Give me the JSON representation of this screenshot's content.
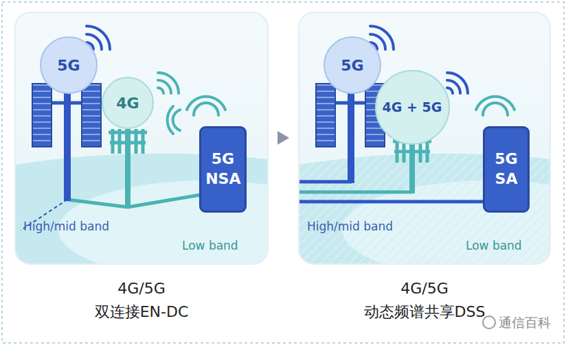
{
  "diagram": {
    "nodes": [
      {
        "text": [
          "High/mid band",
          "Low band"
        ]
      },
      {
        "text": [
          "5G"
        ],
        "in": 0
      },
      {
        "text": [
          "4G"
        ],
        "in": 0
      },
      {
        "text": [
          "5G NSA"
        ],
        "in": 0
      },
      {
        "text": [
          "High/mid band",
          "Low band"
        ]
      },
      {
        "text": [
          "5G"
        ],
        "in": 4
      },
      {
        "text": [
          "4G + 5G"
        ],
        "in": 4
      },
      {
        "text": [
          "5G SA"
        ],
        "in": 4
      }
    ],
    "labels": [
      "4G/5G",
      "双连接EN-DC",
      "4G/5G",
      "动态频谱共享DSS",
      "通信百科"
    ]
  }
}
